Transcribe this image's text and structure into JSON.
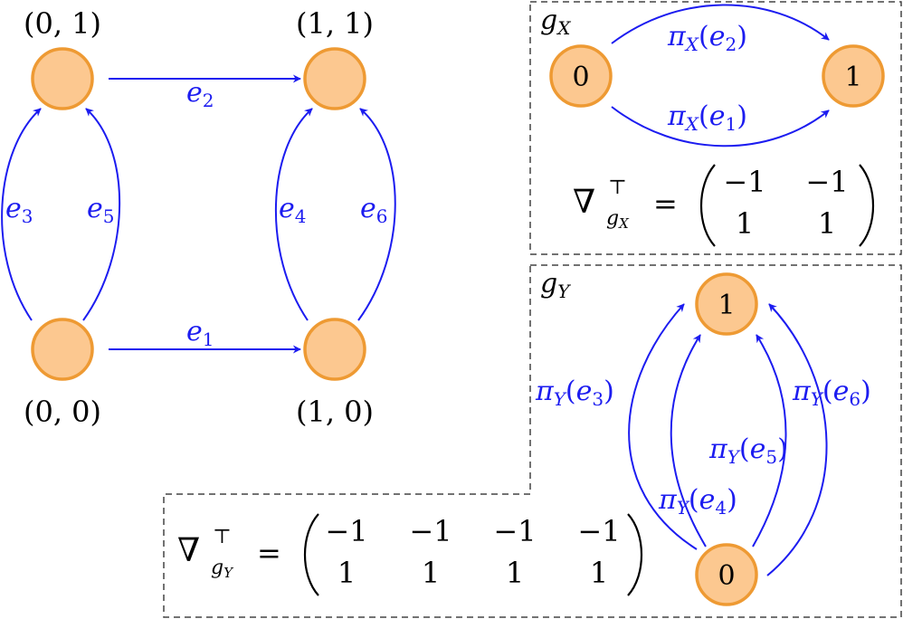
{
  "left_graph": {
    "nodes": {
      "n01": "(0, 1)",
      "n11": "(1, 1)",
      "n00": "(0, 0)",
      "n10": "(1, 0)"
    },
    "edges": {
      "e1": "e1",
      "e2": "e2",
      "e3": "e3",
      "e4": "e4",
      "e5": "e5",
      "e6": "e6"
    }
  },
  "gx_panel": {
    "title": "X",
    "node0": "0",
    "node1": "1",
    "edge_top": {
      "pre": "π",
      "sub": "X",
      "arg": "e",
      "argsub": "2"
    },
    "edge_bottom": {
      "pre": "π",
      "sub": "X",
      "arg": "e",
      "argsub": "1"
    },
    "matrix": {
      "lhs_sub": "g",
      "lhs_subsub": "X",
      "row1": [
        "−1",
        "−1"
      ],
      "row2": [
        "1",
        "1"
      ]
    }
  },
  "gy_panel": {
    "title": "Y",
    "node0": "0",
    "node1": "1",
    "edges": {
      "e3": {
        "sub": "Y",
        "argsub": "3"
      },
      "e4": {
        "sub": "Y",
        "argsub": "4"
      },
      "e5": {
        "sub": "Y",
        "argsub": "5"
      },
      "e6": {
        "sub": "Y",
        "argsub": "6"
      }
    }
  },
  "gy_matrix": {
    "lhs_sub": "g",
    "lhs_subsub": "Y",
    "row1": [
      "−1",
      "−1",
      "−1",
      "−1"
    ],
    "row2": [
      "1",
      "1",
      "1",
      "1"
    ]
  },
  "colors": {
    "edge": "#1c1cf0",
    "node_fill": "#fcc890",
    "node_stroke": "#ee9a33"
  }
}
